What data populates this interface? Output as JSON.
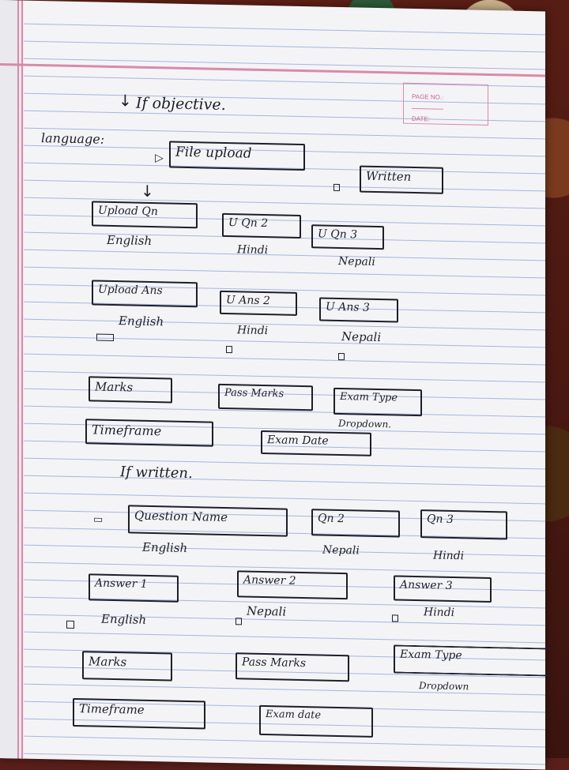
{
  "header": {
    "page_no_label": "PAGE NO.:",
    "date_label": "DATE:"
  },
  "heading_objective": "If objective.",
  "language_label": "language:",
  "type_options": {
    "file_upload": "File upload",
    "written": "Written"
  },
  "upload_questions": [
    {
      "box": "Upload Qn",
      "lang": "English"
    },
    {
      "box": "U Qn 2",
      "lang": "Hindi"
    },
    {
      "box": "U Qn 3",
      "lang": "Nepali"
    }
  ],
  "upload_answers": [
    {
      "box": "Upload Ans",
      "lang": "English"
    },
    {
      "box": "U Ans 2",
      "lang": "Hindi"
    },
    {
      "box": "U Ans 3",
      "lang": "Nepali"
    }
  ],
  "objective_fields": {
    "marks": "Marks",
    "pass_marks": "Pass Marks",
    "exam_type": "Exam Type",
    "dropdown": "Dropdown.",
    "timeframe": "Timeframe",
    "exam_date": "Exam Date"
  },
  "heading_written": "If written.",
  "written_questions": [
    {
      "box": "Question Name",
      "lang": "English"
    },
    {
      "box": "Qn 2",
      "lang": "Nepali"
    },
    {
      "box": "Qn 3",
      "lang": "Hindi"
    }
  ],
  "written_answers": [
    {
      "box": "Answer 1",
      "lang": "English"
    },
    {
      "box": "Answer 2",
      "lang": "Nepali"
    },
    {
      "box": "Answer 3",
      "lang": "Hindi"
    }
  ],
  "written_fields": {
    "marks": "Marks",
    "pass_marks": "Pass Marks",
    "exam_type": "Exam Type",
    "dropdown": "Dropdown",
    "timeframe": "Timeframe",
    "exam_date": "Exam date"
  }
}
